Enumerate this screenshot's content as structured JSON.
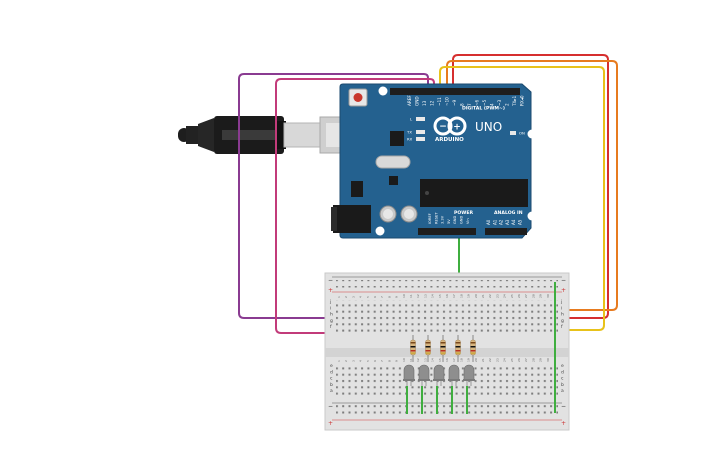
{
  "board": {
    "brand": "ARDUINO",
    "model": "UNO",
    "digital_label": "DIGITAL (PWM~)",
    "analog_label": "ANALOG IN",
    "power_label": "POWER",
    "on_label": "ON",
    "l_label": "L",
    "tx_label": "TX",
    "rx_label": "RX",
    "digital_pins": [
      "AREF",
      "GND",
      "13",
      "12",
      "~11",
      "~10",
      "~9",
      "8",
      "7",
      "~6",
      "~5",
      "4",
      "~3",
      "2",
      "TX▸1",
      "RX◂0"
    ],
    "power_pins": [
      "IOREF",
      "RESET",
      "3.3V",
      "5V",
      "GND",
      "GND",
      "Vin"
    ],
    "analog_pins": [
      "A0",
      "A1",
      "A2",
      "A3",
      "A4",
      "A5"
    ]
  },
  "breadboard": {
    "row_labels_top": [
      "j",
      "i",
      "h",
      "g",
      "f"
    ],
    "row_labels_bottom": [
      "e",
      "d",
      "c",
      "b",
      "a"
    ],
    "columns": [
      "1",
      "2",
      "3",
      "4",
      "5",
      "6",
      "7",
      "8",
      "9",
      "10",
      "11",
      "12",
      "13",
      "14",
      "15",
      "16",
      "17",
      "18",
      "19",
      "20",
      "21",
      "22",
      "23",
      "24",
      "25",
      "26",
      "27",
      "28",
      "29",
      "30"
    ],
    "rail_plus": "+",
    "rail_minus": "−"
  },
  "colors": {
    "board": "#24618f",
    "purple_wire": "#8a3b91",
    "magenta_wire": "#c23b7a",
    "red_wire": "#d62f2f",
    "orange_wire": "#e77b1f",
    "yellow_wire": "#e8c21a",
    "green_wire": "#3fae3f"
  }
}
